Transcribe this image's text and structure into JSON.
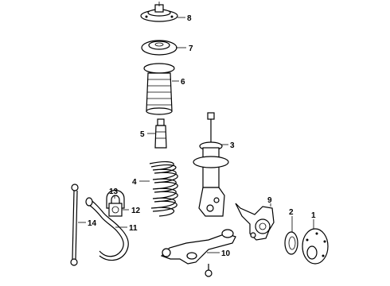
{
  "diagram": {
    "callouts": [
      "1",
      "2",
      "3",
      "4",
      "5",
      "6",
      "7",
      "8",
      "9",
      "10",
      "11",
      "12",
      "13",
      "14"
    ],
    "parts": [
      "strut-mount",
      "spring-seat",
      "dust-boot",
      "bump-stop",
      "strut-assembly",
      "coil-spring",
      "stabilizer-bar",
      "stabilizer-bushing",
      "bushing-bracket",
      "stabilizer-link",
      "steering-knuckle",
      "wheel-bearing",
      "hub-flange",
      "lower-control-arm"
    ]
  }
}
